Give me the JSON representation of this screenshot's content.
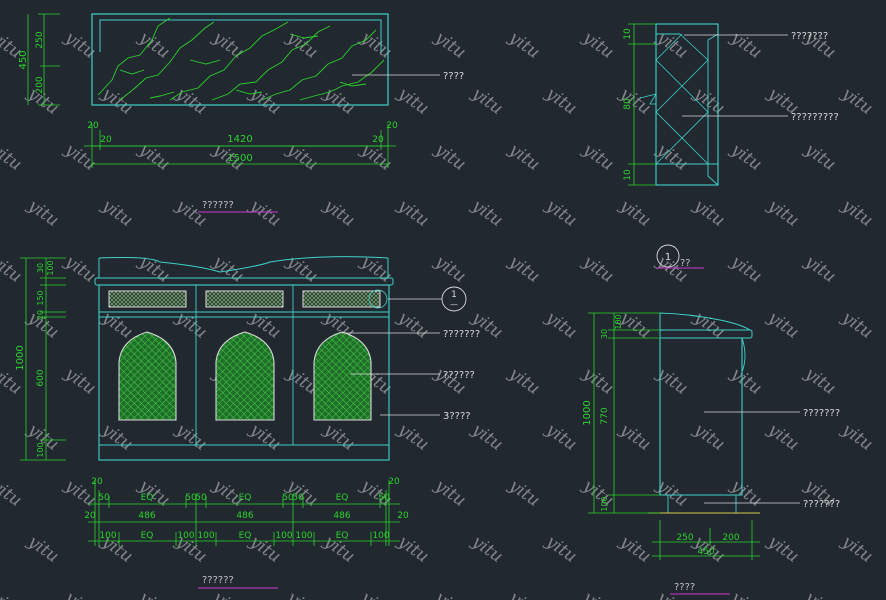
{
  "watermark": "yitu",
  "colors": {
    "background": "#212830",
    "outline": "#3fd1c9",
    "dimension": "#2bd42b",
    "leader": "#d9d9d9",
    "title_underline": "#d036d0",
    "hatch": "#39c539",
    "vein": "#2bd42b"
  },
  "top_plan": {
    "dims_vertical": [
      "450",
      "250",
      "200"
    ],
    "dims_horizontal": [
      "20",
      "20",
      "1420",
      "20",
      "20",
      "1500"
    ],
    "label": "????",
    "title": "??????"
  },
  "section_detail": {
    "dims_vertical": [
      "10",
      "80",
      "10"
    ],
    "label_top": "???????",
    "label_mid": "?????????",
    "marker_number": "1",
    "marker_suffix": "??"
  },
  "front_elevation": {
    "dims_vertical_total": "1000",
    "dims_vertical": [
      "30",
      "100",
      "150",
      "20",
      "600",
      "100"
    ],
    "dims_row1": [
      "20",
      "50",
      "EQ",
      "50",
      "50",
      "EQ",
      "50",
      "50",
      "EQ",
      "50",
      "20"
    ],
    "dims_row2": [
      "20",
      "486",
      "486",
      "486",
      "20"
    ],
    "dims_row3": [
      "100",
      "EQ",
      "100",
      "100",
      "EQ",
      "100",
      "100",
      "EQ",
      "100"
    ],
    "labels": [
      "???????",
      "??????",
      "3????"
    ],
    "callout_number": "1",
    "callout_suffix": "—",
    "title": "??????"
  },
  "side_elevation": {
    "dims_vertical_total": "1000",
    "dims_vertical": [
      "30",
      "100",
      "770",
      "100"
    ],
    "dims_horizontal": [
      "250",
      "200",
      "450"
    ],
    "labels": [
      "???????",
      "???????"
    ],
    "title": "????"
  }
}
